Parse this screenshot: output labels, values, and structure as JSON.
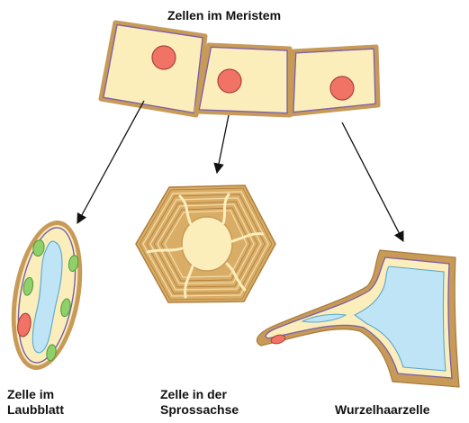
{
  "labels": {
    "title": "Zellen im Meristem",
    "leaf_line1": "Zelle im",
    "leaf_line2": "Laubblatt",
    "stem_line1": "Zelle in der",
    "stem_line2": "Sprossachse",
    "root": "Wurzelhaarzelle"
  },
  "colors": {
    "wall_outer": "#c89a58",
    "wall_inner": "#7b5eaa",
    "cytoplasm": "#fbeebb",
    "nucleus": "#f07366",
    "vacuole": "#bfe4f6",
    "chloroplast": "#8fd06a",
    "stem_wall": "#d9ad66",
    "stem_lines": "#a87838"
  }
}
